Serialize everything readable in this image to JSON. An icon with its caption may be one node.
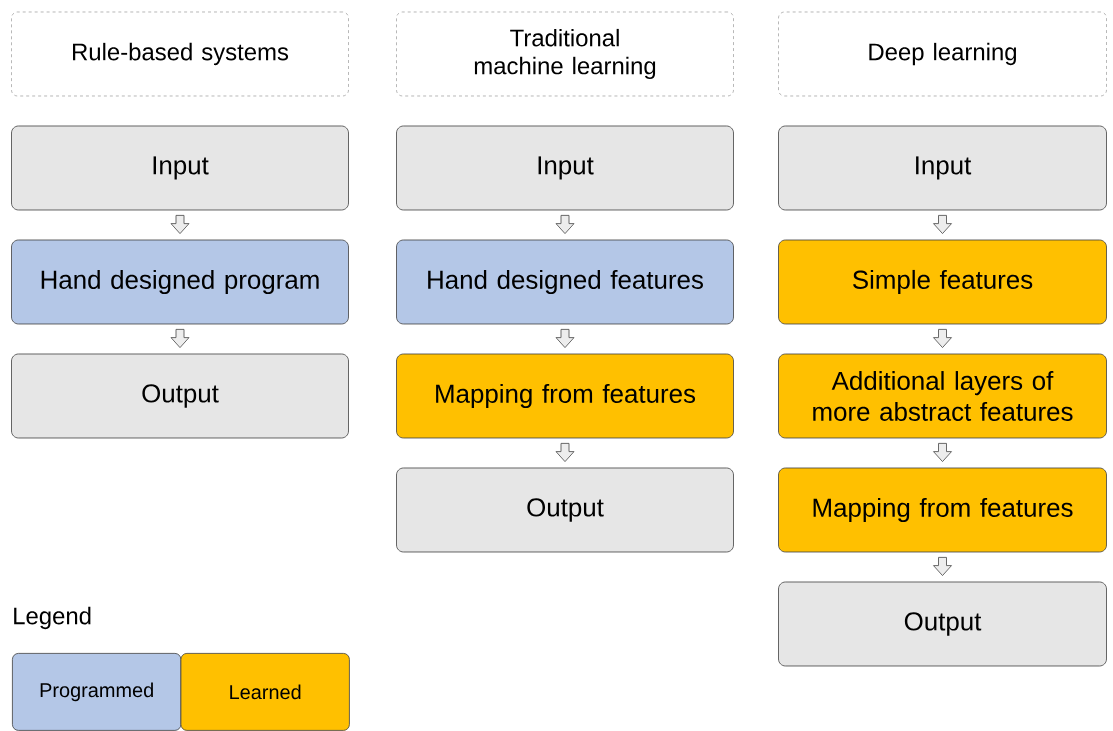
{
  "diagram": {
    "nodes": [
      {
        "text": [
          "Rule-based systems"
        ]
      },
      {
        "text": [
          "Traditional machine learning"
        ]
      },
      {
        "text": [
          "Deep learning"
        ]
      },
      {
        "text": [
          "Input"
        ]
      },
      {
        "text": [
          "Hand designed program"
        ]
      },
      {
        "text": [
          "Output"
        ]
      },
      {
        "text": [
          "Input"
        ]
      },
      {
        "text": [
          "Hand designed features"
        ]
      },
      {
        "text": [
          "Mapping from features"
        ]
      },
      {
        "text": [
          "Output"
        ]
      },
      {
        "text": [
          "Input"
        ]
      },
      {
        "text": [
          "Simple features"
        ]
      },
      {
        "text": [
          "Additional layers of more abstract features"
        ]
      },
      {
        "text": [
          "Mapping from features"
        ]
      },
      {
        "text": [
          "Output"
        ]
      }
    ],
    "edges": [
      {
        "from": 3,
        "to": 4,
        "arrow": "to"
      },
      {
        "from": 4,
        "to": 5,
        "arrow": "to"
      },
      {
        "from": 6,
        "to": 7,
        "arrow": "to"
      },
      {
        "from": 7,
        "to": 8,
        "arrow": "to"
      },
      {
        "from": 8,
        "to": 9,
        "arrow": "to"
      },
      {
        "from": 10,
        "to": 11,
        "arrow": "to"
      },
      {
        "from": 11,
        "to": 12,
        "arrow": "to"
      },
      {
        "from": 12,
        "to": 13,
        "arrow": "to"
      },
      {
        "from": 13,
        "to": 14,
        "arrow": "to"
      }
    ],
    "labels": [
      "Legend"
    ],
    "legend": [
      {
        "text": "Programmed",
        "color": "#b4c7e7"
      },
      {
        "text": "Learned",
        "color": "#ffc000"
      }
    ]
  }
}
